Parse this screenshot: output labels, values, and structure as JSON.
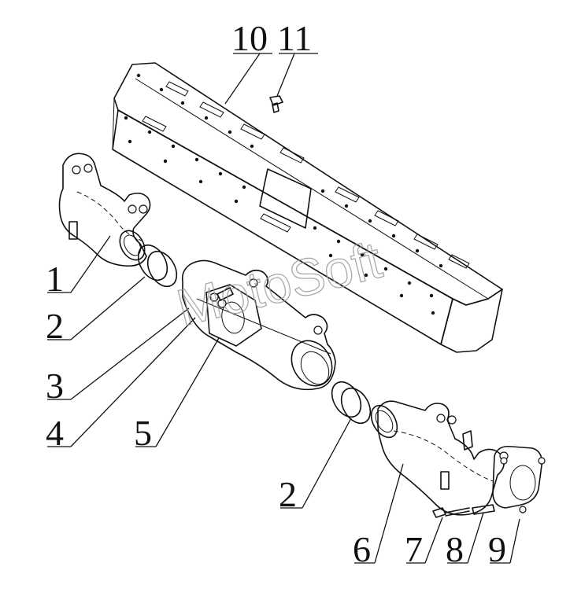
{
  "callouts": [
    {
      "id": "1",
      "label": "1"
    },
    {
      "id": "2a",
      "label": "2"
    },
    {
      "id": "3",
      "label": "3"
    },
    {
      "id": "4",
      "label": "4"
    },
    {
      "id": "5",
      "label": "5"
    },
    {
      "id": "2b",
      "label": "2"
    },
    {
      "id": "6",
      "label": "6"
    },
    {
      "id": "7",
      "label": "7"
    },
    {
      "id": "8",
      "label": "8"
    },
    {
      "id": "9",
      "label": "9"
    },
    {
      "id": "10",
      "label": "10"
    },
    {
      "id": "11",
      "label": "11"
    }
  ],
  "watermark": "MotoSoft"
}
